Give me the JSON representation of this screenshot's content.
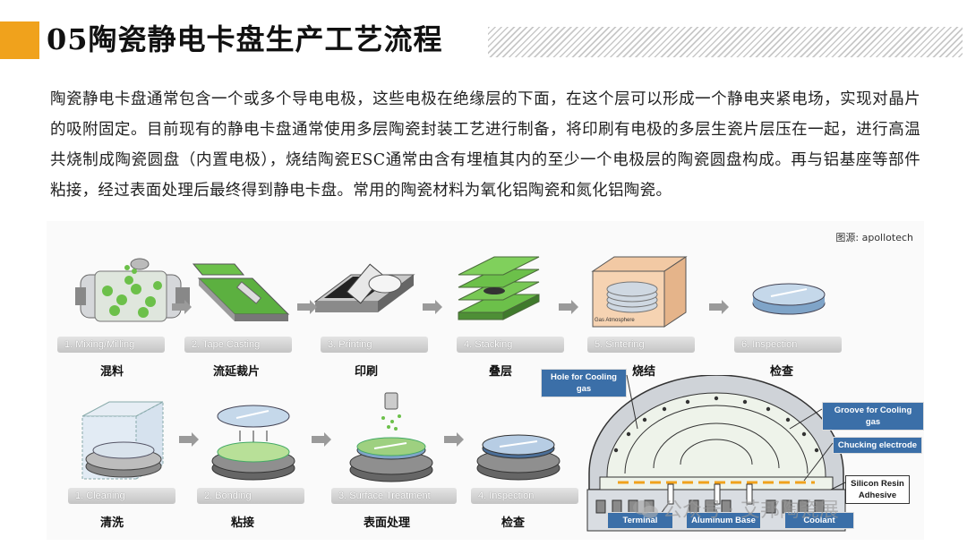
{
  "title": "05陶瓷静电卡盘生产工艺流程",
  "accent_color": "#f0a21c",
  "paragraph": "陶瓷静电卡盘通常包含一个或多个导电电极，这些电极在绝缘层的下面，在这个层可以形成一个静电夹紧电场，实现对晶片的吸附固定。目前现有的静电卡盘通常使用多层陶瓷封装工艺进行制备，将印刷有电极的多层生瓷片层压在一起，进行高温共烧制成陶瓷圆盘（内置电极），烧结陶瓷ESC通常由含有埋植其内的至少一个电极层的陶瓷圆盘构成。再与铝基座等部件粘接，经过表面处理后最终得到静电卡盘。常用的陶瓷材料为氧化铝陶瓷和氮化铝陶瓷。",
  "figure": {
    "credit": "图源: apollotech",
    "row1": [
      {
        "label": "1. Mixing/Milling",
        "cn": "混料",
        "icon": "ball-mill-icon"
      },
      {
        "label": "2. Tape Casting",
        "cn": "流延裁片",
        "icon": "tape-caster-icon"
      },
      {
        "label": "3. Printing",
        "cn": "印刷",
        "icon": "screen-printer-icon"
      },
      {
        "label": "4. Stacking",
        "cn": "叠层",
        "icon": "green-sheet-stack-icon"
      },
      {
        "label": "5. Sintering",
        "cn": "烧结",
        "icon": "furnace-icon",
        "furnace_text": "Gas Atmosphere"
      },
      {
        "label": "6. Inspection",
        "cn": "检查",
        "icon": "ceramic-disc-icon"
      }
    ],
    "row2": [
      {
        "label": "1. Cleaning",
        "cn": "清洗",
        "icon": "cleaning-tank-icon"
      },
      {
        "label": "2. Bonding",
        "cn": "粘接",
        "icon": "bonding-disc-icon"
      },
      {
        "label": "3. Surface Treatment",
        "cn": "表面处理",
        "icon": "spray-coating-icon"
      },
      {
        "label": "4. Inspection",
        "cn": "检查",
        "icon": "finished-chuck-icon"
      }
    ],
    "diagram_callouts": {
      "hole": "Hole for Cooling gas",
      "groove": "Groove for Cooling gas",
      "electrode": "Chucking electrode",
      "resin": "Silicon Resin Adhesive",
      "terminal": "Terminal",
      "base": "Aluminum Base",
      "coolant": "Coolant"
    }
  },
  "watermark": "公众号 · 艾邦陶瓷展"
}
